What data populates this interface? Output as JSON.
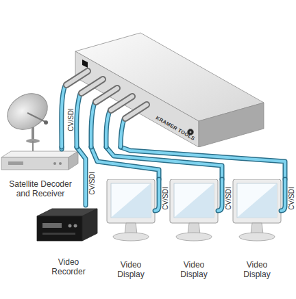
{
  "diagram": {
    "nodes": [
      {
        "text": [
          "KRAMER TOOLS"
        ]
      },
      {
        "text": [
          "Satellite Decoder and Receiver"
        ]
      },
      {
        "text": [
          "Video Recorder"
        ]
      },
      {
        "text": [
          "Video Display"
        ]
      },
      {
        "text": [
          "Video Display"
        ]
      },
      {
        "text": [
          "Video Display"
        ]
      }
    ],
    "edges": [
      {
        "from": 1,
        "to": 0,
        "arrow": "none",
        "label": "CV/SDI"
      },
      {
        "from": 0,
        "to": 2,
        "arrow": "none",
        "label": "CV/SDI"
      },
      {
        "from": 0,
        "to": 3,
        "arrow": "none",
        "label": "CV/SDI"
      },
      {
        "from": 0,
        "to": 4,
        "arrow": "none",
        "label": "CV/SDI"
      },
      {
        "from": 0,
        "to": 5,
        "arrow": "none",
        "label": "CV/SDI"
      }
    ]
  }
}
